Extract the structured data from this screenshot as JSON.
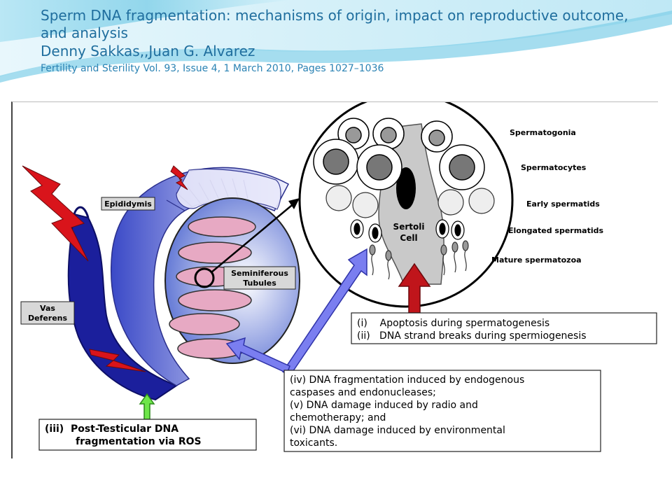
{
  "header": {
    "title": "Sperm DNA fragmentation: mechanisms of origin, impact on reproductive outcome, and analysis",
    "authors": "Denny Sakkas,,Juan G. Alvarez",
    "citation": "Fertility and Sterility Vol. 93, Issue 4, 1 March 2010, Pages 1027–1036"
  },
  "diagram": {
    "labels": {
      "epididymis": "Epididymis",
      "seminiferous_1": "Seminiferous",
      "seminiferous_2": "Tubules",
      "vas_1": "Vas",
      "vas_2": "Deferens",
      "sertoli_1": "Sertoli",
      "sertoli_2": "Cell"
    },
    "stages": [
      "Spermatogonia",
      "Spermatocytes",
      "Early spermatids",
      "Elongated spermatids",
      "Mature spermatozoa"
    ],
    "box_apoptosis": {
      "line1": "(i)    Apoptosis during spermatogenesis",
      "line2": "(ii)   DNA strand breaks during spermiogenesis"
    },
    "box_damage": {
      "line1": "(iv) DNA fragmentation induced by endogenous",
      "line2": "caspases and endonucleases;",
      "line3": "(v) DNA damage induced by radio and",
      "line4": "chemotherapy; and",
      "line5": "(vi) DNA damage induced by environmental",
      "line6": "toxicants."
    },
    "box_post": {
      "line1": "(iii)  Post-Testicular DNA",
      "line2": "fragmentation via ROS"
    },
    "colors": {
      "heading": "#1f6e9e",
      "vas": "#1b1f9c",
      "epididymis": "#3a49c7",
      "testis": "#6a86e0",
      "tubule": "#e7a9c3",
      "bolt": "#d9141b",
      "arrow_red": "#c0151b",
      "arrow_blue": "#7a7ef0",
      "arrow_green": "#6ee64a"
    }
  }
}
